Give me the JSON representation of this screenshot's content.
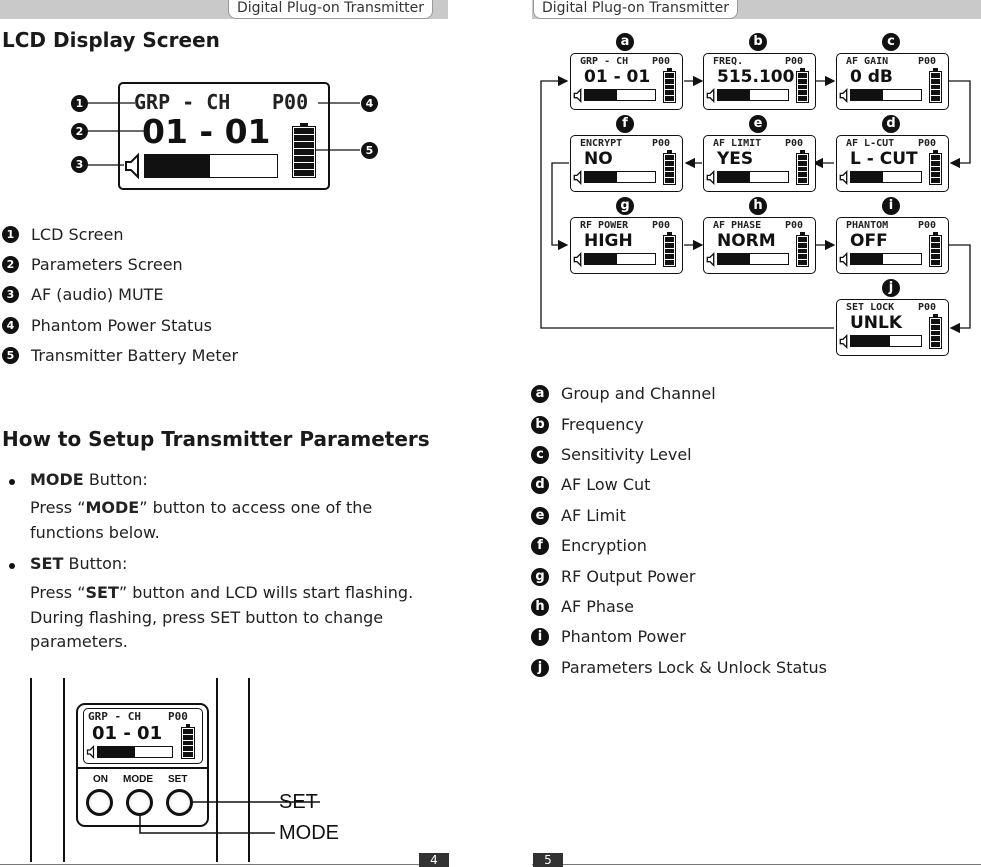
{
  "header": {
    "left_tab": "Digital Plug-on Transmitter",
    "right_tab": "Digital Plug-on Transmitter"
  },
  "left_page": {
    "title": "LCD Display Screen",
    "lcd_big": {
      "label": "GRP - CH",
      "pnum": "P00",
      "value": "01 - 01"
    },
    "legend": [
      {
        "num": "1",
        "text": "LCD Screen"
      },
      {
        "num": "2",
        "text": "Parameters Screen"
      },
      {
        "num": "3",
        "text": "AF (audio) MUTE"
      },
      {
        "num": "4",
        "text": "Phantom Power Status"
      },
      {
        "num": "5",
        "text": "Transmitter Battery Meter"
      }
    ],
    "setup_title": "How to Setup Transmitter Parameters",
    "mode": {
      "bold": "MODE",
      "rest": " Button:",
      "desc_pre": "Press “",
      "desc_bold": "MODE",
      "desc_post": "” button to access one of the functions below."
    },
    "set": {
      "bold": "SET",
      "rest": " Button:",
      "desc_pre": "Press “",
      "desc_bold": "SET",
      "desc_post": "” button and LCD wills start flashing. During flashing, press SET button to change parameters."
    },
    "device": {
      "lcd": {
        "label": "GRP - CH",
        "pnum": "P00",
        "value": "01 - 01"
      },
      "buttons": [
        "ON",
        "MODE",
        "SET"
      ],
      "callout_set": "SET",
      "callout_mode": "MODE"
    },
    "page_number": "4"
  },
  "right_page": {
    "screens": [
      {
        "letter": "a",
        "label": "GRP - CH",
        "pnum": "P00",
        "value": "01 - 01",
        "meter": 0.45
      },
      {
        "letter": "b",
        "label": "FREQ.",
        "pnum": "P00",
        "value": "515.100",
        "meter": 0.45
      },
      {
        "letter": "c",
        "label": "AF GAIN",
        "pnum": "P00",
        "value": "0 dB",
        "meter": 0.45
      },
      {
        "letter": "f",
        "label": "ENCRYPT",
        "pnum": "P00",
        "value": "NO",
        "meter": 0.45
      },
      {
        "letter": "e",
        "label": "AF LIMIT",
        "pnum": "P00",
        "value": "YES",
        "meter": 0.45
      },
      {
        "letter": "d",
        "label": "AF L-CUT",
        "pnum": "P00",
        "value": "L - CUT",
        "meter": 0.45
      },
      {
        "letter": "g",
        "label": "RF POWER",
        "pnum": "P00",
        "value": "HIGH",
        "meter": 0.45
      },
      {
        "letter": "h",
        "label": "AF PHASE",
        "pnum": "P00",
        "value": "NORM",
        "meter": 0.45
      },
      {
        "letter": "i",
        "label": "PHANTOM",
        "pnum": "P00",
        "value": "OFF",
        "meter": 0.45
      },
      {
        "letter": "j",
        "label": "SET LOCK",
        "pnum": "P00",
        "value": "UNLK",
        "meter": 0.55
      }
    ],
    "legend": [
      {
        "letter": "a",
        "text": "Group and Channel"
      },
      {
        "letter": "b",
        "text": "Frequency"
      },
      {
        "letter": "c",
        "text": "Sensitivity Level"
      },
      {
        "letter": "d",
        "text": "AF Low Cut"
      },
      {
        "letter": "e",
        "text": "AF Limit"
      },
      {
        "letter": "f",
        "text": "Encryption"
      },
      {
        "letter": "g",
        "text": "RF Output Power"
      },
      {
        "letter": "h",
        "text": "AF Phase"
      },
      {
        "letter": "i",
        "text": "Phantom Power"
      },
      {
        "letter": "j",
        "text": "Parameters Lock & Unlock Status"
      }
    ],
    "page_number": "5"
  }
}
